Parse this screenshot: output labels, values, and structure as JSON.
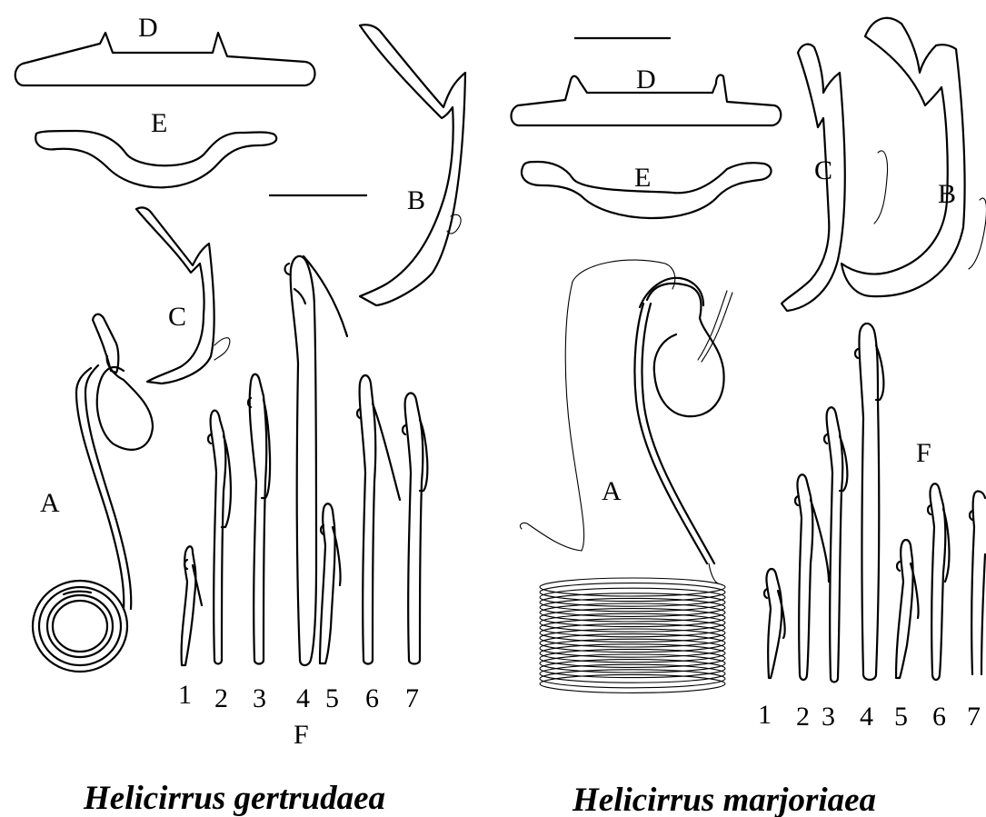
{
  "panels": [
    {
      "species": "Helicirrus gertrudaea",
      "labels": {
        "A": "A",
        "B": "B",
        "C": "C",
        "D": "D",
        "E": "E",
        "F": "F"
      },
      "chaeta_numbers": [
        "1",
        "2",
        "3",
        "4",
        "5",
        "6",
        "7"
      ]
    },
    {
      "species": "Helicirrus marjoriaea",
      "labels": {
        "A": "A",
        "B": "B",
        "C": "C",
        "D": "D",
        "E": "E",
        "F": "F"
      },
      "chaeta_numbers": [
        "1",
        "2",
        "3",
        "4",
        "5",
        "6",
        "7"
      ]
    }
  ]
}
